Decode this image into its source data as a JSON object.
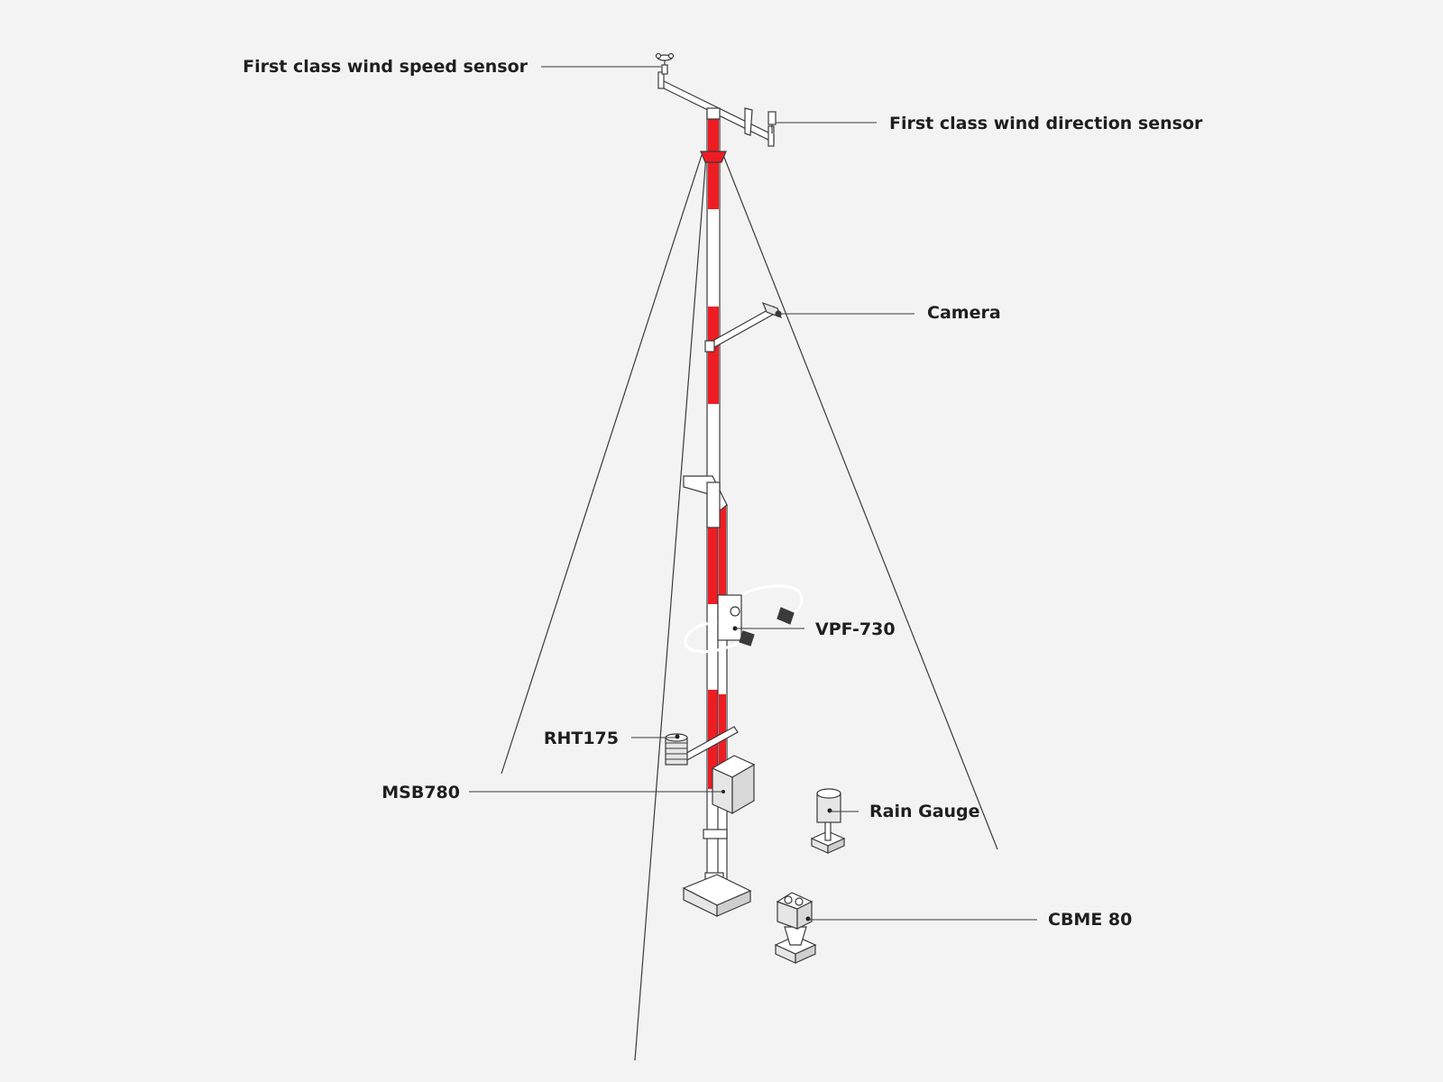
{
  "callouts": {
    "wind_speed": "First class wind speed sensor",
    "wind_direction": "First class wind direction sensor",
    "camera": "Camera",
    "vpf730": "VPF-730",
    "rht175": "RHT175",
    "msb780": "MSB780",
    "rain_gauge": "Rain Gauge",
    "cbme80": "CBME 80"
  },
  "colors": {
    "background": "#f3f3f3",
    "mast_red": "#ee1d23",
    "mast_white": "#ffffff",
    "line": "#3a3a3a",
    "label": "#1f1f1f",
    "equipment_gray": "#d9d9d9"
  }
}
